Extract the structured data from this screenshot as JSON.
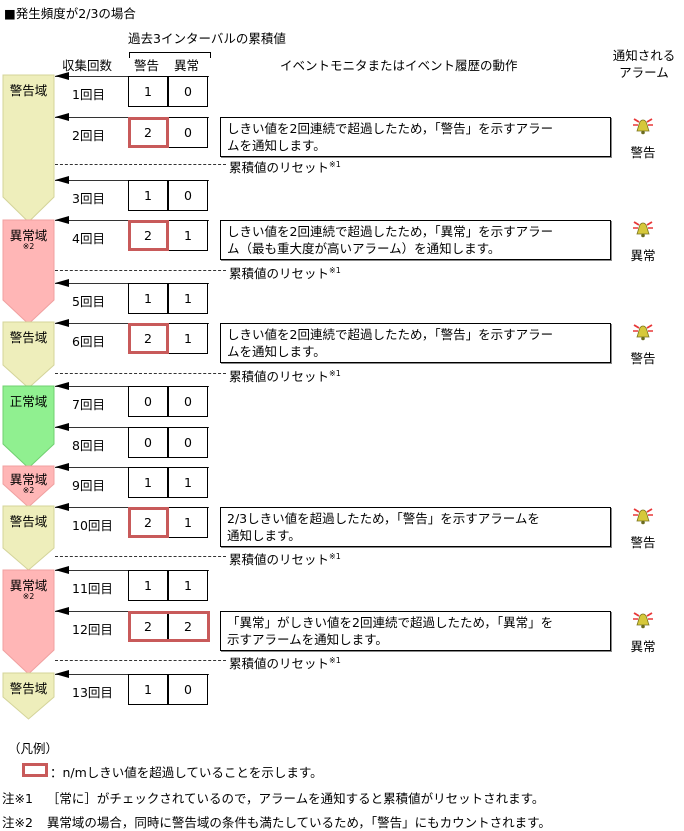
{
  "title": "■発生頻度が2/3の場合",
  "header": {
    "accum_label": "過去3インターバルの累積値",
    "count_label": "収集回数",
    "warning_col": "警告",
    "error_col": "異常",
    "action_label": "イベントモニタまたはイベント履歴の動作",
    "alarm_label_line1": "通知される",
    "alarm_label_line2": "アラーム"
  },
  "colors": {
    "warning_zone": "#eeeebb",
    "error_zone": "#ffb6b6",
    "normal_zone": "#90f090",
    "highlight": "#c85a5a"
  },
  "zones": [
    {
      "label": "警告域",
      "note": ""
    },
    {
      "label": "異常域",
      "note": "※2"
    },
    {
      "label": "警告域",
      "note": ""
    },
    {
      "label": "正常域",
      "note": ""
    },
    {
      "label": "異常域",
      "note": "※2"
    },
    {
      "label": "警告域",
      "note": ""
    },
    {
      "label": "異常域",
      "note": "※2"
    },
    {
      "label": "警告域",
      "note": ""
    }
  ],
  "rows": [
    {
      "count": "1回目",
      "warning": "1",
      "error": "0"
    },
    {
      "count": "2回目",
      "warning": "2",
      "error": "0"
    },
    {
      "count": "3回目",
      "warning": "1",
      "error": "0"
    },
    {
      "count": "4回目",
      "warning": "2",
      "error": "1"
    },
    {
      "count": "5回目",
      "warning": "1",
      "error": "1"
    },
    {
      "count": "6回目",
      "warning": "2",
      "error": "1"
    },
    {
      "count": "7回目",
      "warning": "0",
      "error": "0"
    },
    {
      "count": "8回目",
      "warning": "0",
      "error": "0"
    },
    {
      "count": "9回目",
      "warning": "1",
      "error": "1"
    },
    {
      "count": "10回目",
      "warning": "2",
      "error": "1"
    },
    {
      "count": "11回目",
      "warning": "1",
      "error": "1"
    },
    {
      "count": "12回目",
      "warning": "2",
      "error": "2"
    },
    {
      "count": "13回目",
      "warning": "1",
      "error": "0"
    }
  ],
  "actions": [
    {
      "row": "2回目",
      "line1": "しきい値を2回連続で超過したため，「警告」を示すアラー",
      "line2": "ムを通知します。",
      "alarm": "警告"
    },
    {
      "row": "4回目",
      "line1": "しきい値を2回連続で超過したため，「異常」を示すアラー",
      "line2": "ム（最も重大度が高いアラーム）を通知します。",
      "alarm": "異常"
    },
    {
      "row": "6回目",
      "line1": "しきい値を2回連続で超過したため，「警告」を示すアラー",
      "line2": "ムを通知します。",
      "alarm": "警告"
    },
    {
      "row": "10回目",
      "line1": "2/3しきい値を超過したため，「警告」を示すアラームを",
      "line2": "通知します。",
      "alarm": "警告"
    },
    {
      "row": "12回目",
      "line1": "「異常」がしきい値を2回連続で超過したため，「異常」を",
      "line2": "示すアラームを通知します。",
      "alarm": "異常"
    }
  ],
  "reset": {
    "label": "累積値のリセット",
    "note": "※1"
  },
  "alarm_icon": "bell-alarm-icon",
  "legend": {
    "title": "（凡例）",
    "highlight_desc": "：n/mしきい値を超過していることを示します。"
  },
  "notes": [
    {
      "mark": "注※1",
      "text": "［常に］がチェックされているので，アラームを通知すると累積値がリセットされます。"
    },
    {
      "mark": "注※2",
      "text": "異常域の場合，同時に警告域の条件も満たしているため，「警告」にもカウントされます。"
    }
  ]
}
